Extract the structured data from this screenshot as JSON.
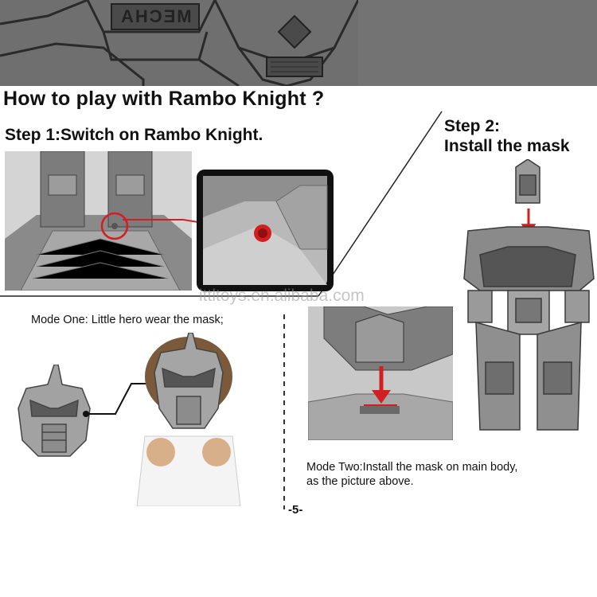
{
  "banner": {
    "embossed_text": "MECHA"
  },
  "header": {
    "title": "How to play with Rambo Knight ?"
  },
  "step1": {
    "title": "Step 1:Switch on Rambo Knight."
  },
  "step2": {
    "line1": "Step 2:",
    "line2": "Install the mask"
  },
  "mode_one": {
    "caption": "Mode One: Little hero wear the mask;"
  },
  "mode_two": {
    "caption": "Mode Two:Install the mask on main body, as the picture above."
  },
  "watermark": {
    "text": "ittltoys.en.alibaba.com"
  },
  "footer": {
    "page_number": "-5-"
  },
  "colors": {
    "banner": "#6f6f6f",
    "accent_red": "#d21f1f",
    "robot_gray": "#9a9a9a"
  }
}
